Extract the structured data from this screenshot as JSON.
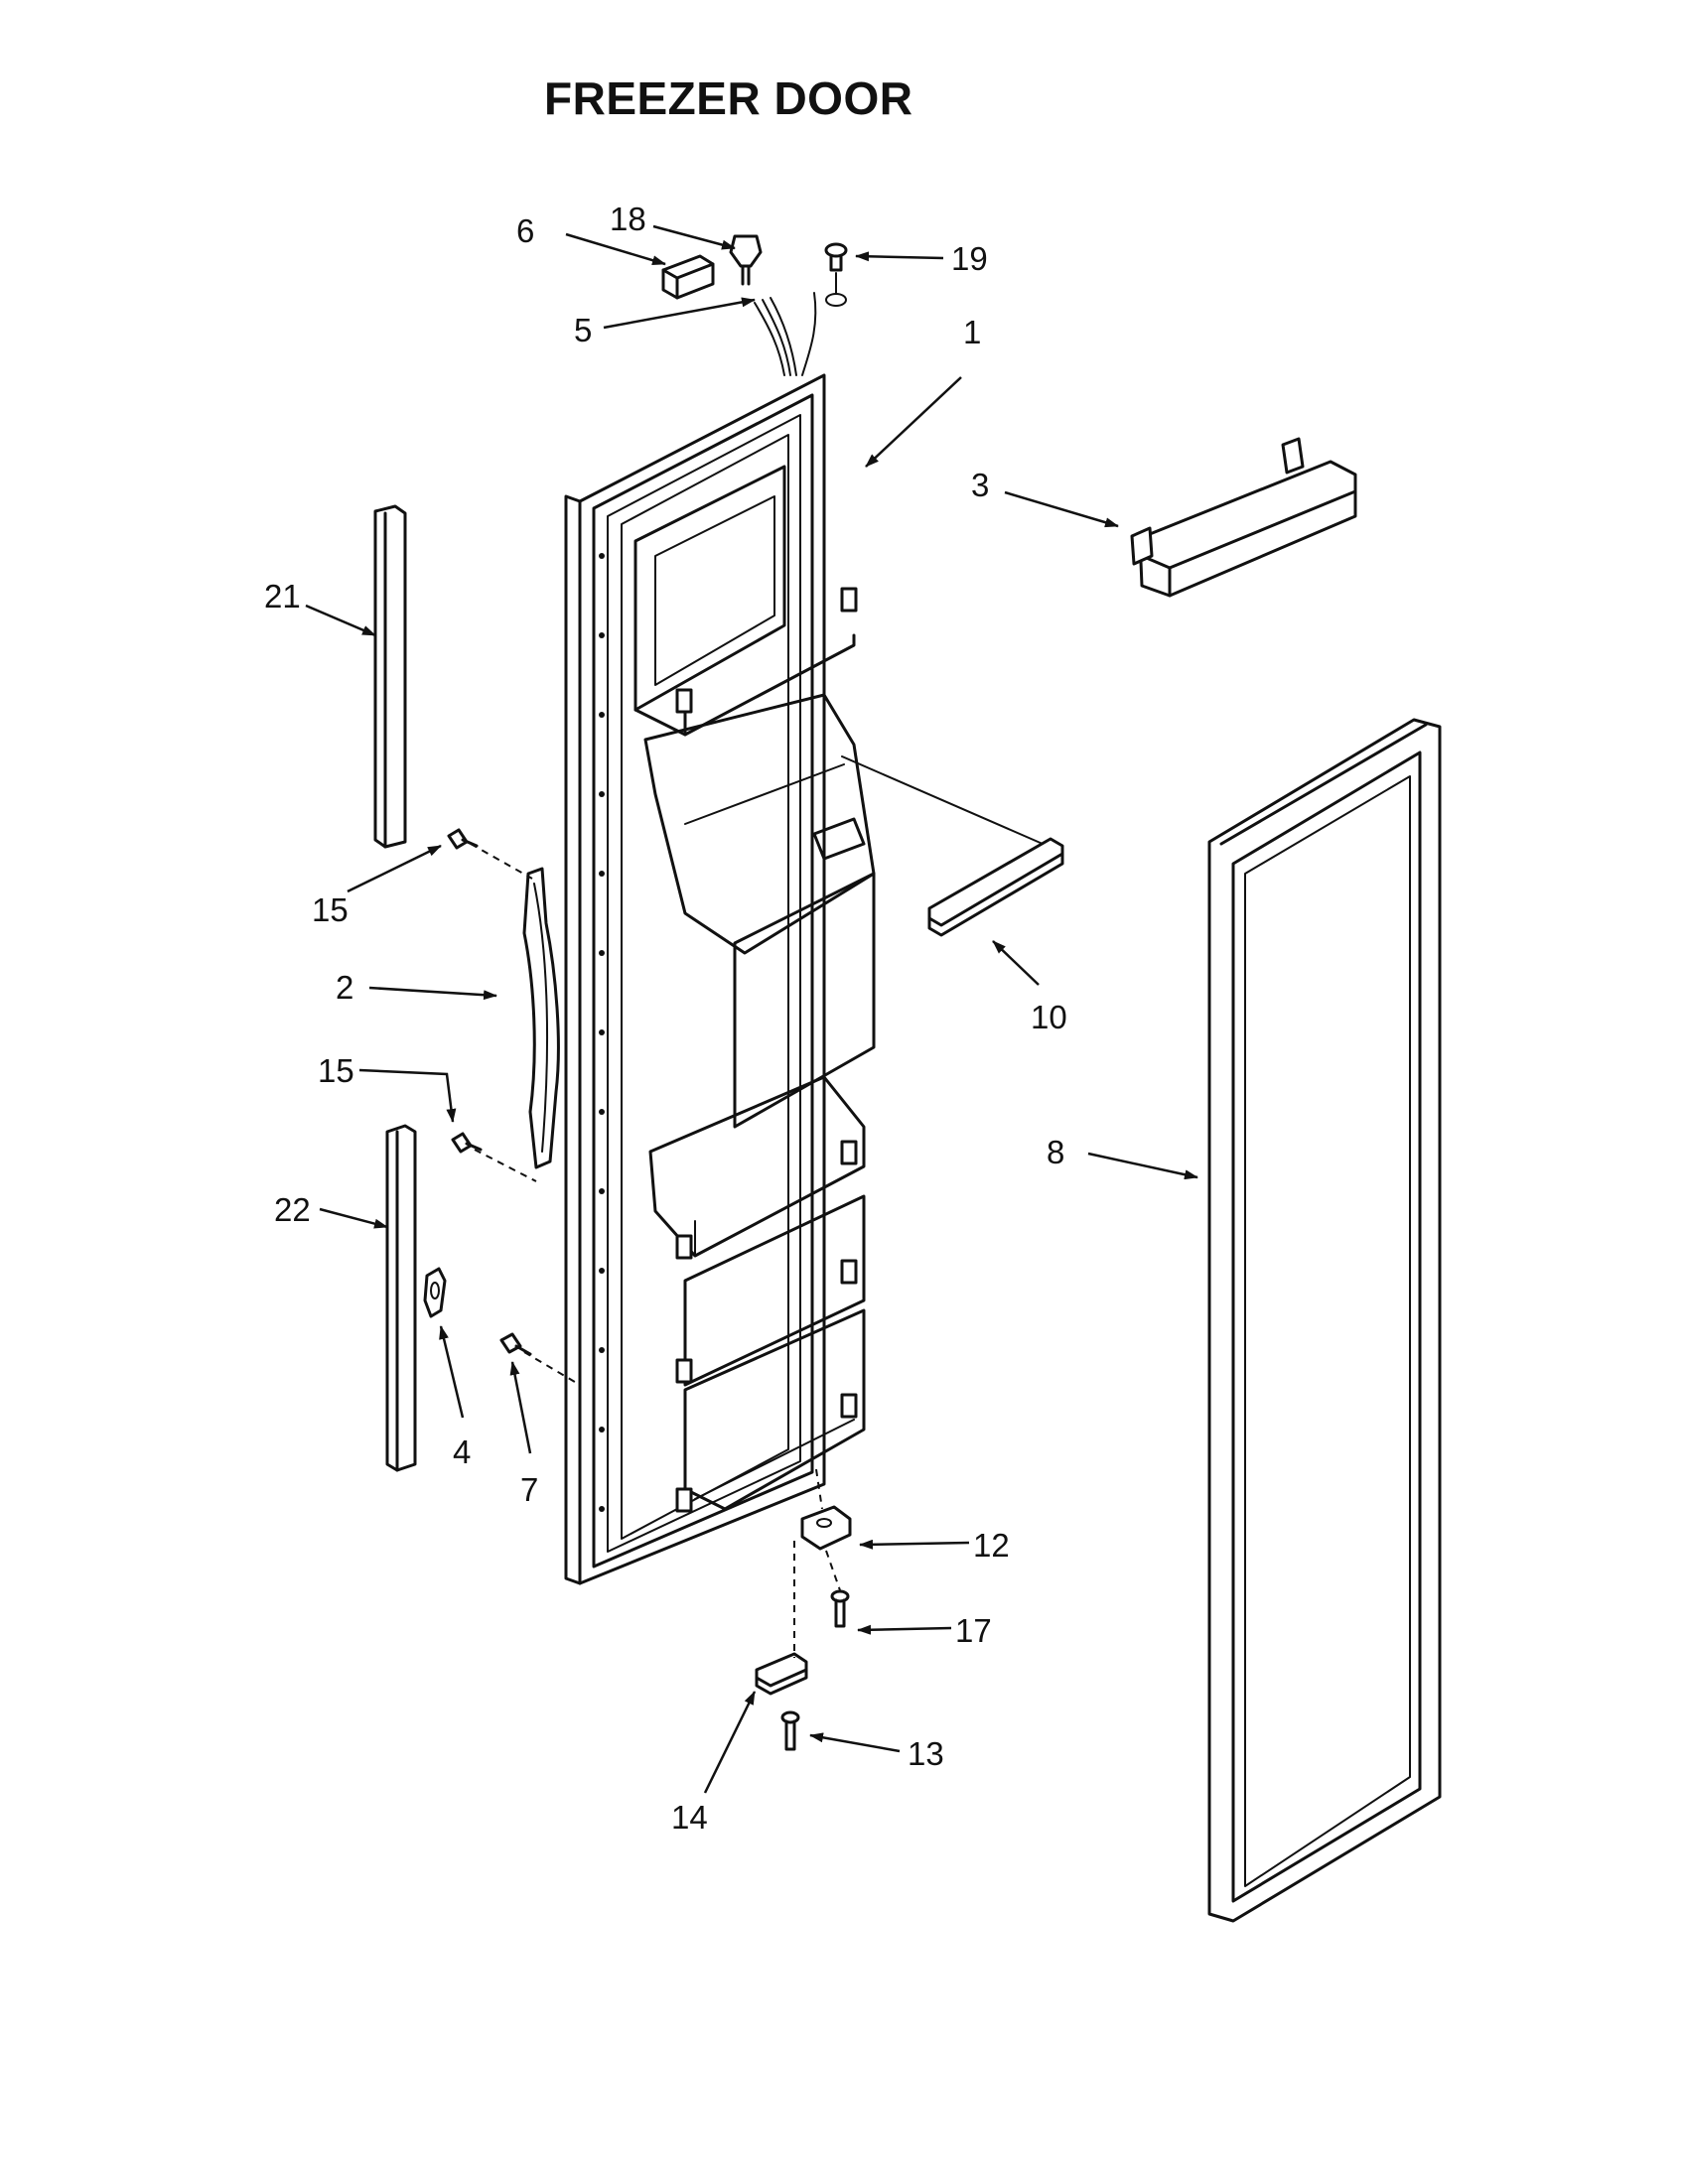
{
  "title": "FREEZER DOOR",
  "callouts": {
    "c1": "1",
    "c2": "2",
    "c3": "3",
    "c4": "4",
    "c5": "5",
    "c6": "6",
    "c7": "7",
    "c8": "8",
    "c10": "10",
    "c12": "12",
    "c13": "13",
    "c14": "14",
    "c15a": "15",
    "c15b": "15",
    "c17": "17",
    "c18": "18",
    "c19": "19",
    "c21": "21",
    "c22": "22"
  }
}
